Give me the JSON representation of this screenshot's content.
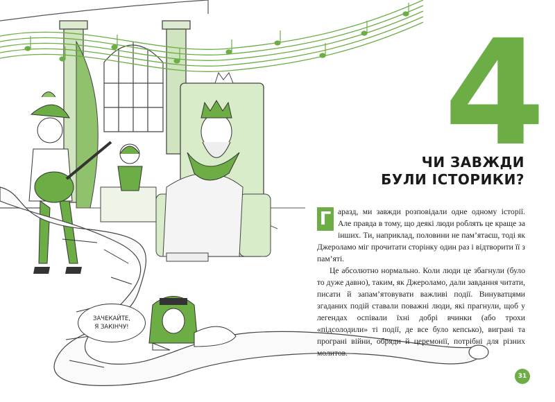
{
  "colors": {
    "accent": "#6cae45",
    "ink": "#2b2b2b",
    "pale_green": "#d9ecc9"
  },
  "chapter": {
    "number": "4",
    "title_line1": "ЧИ ЗАВЖДИ",
    "title_line2": "БУЛИ ІСТОРИКИ?"
  },
  "body": {
    "drop_cap": "Г",
    "paragraph1": "аразд, ми завжди розповідали одне одному історії. Але правда в тому, що деякі люди роблять це краще за інших. Ти, наприклад, половини не пам’ятаєш, тоді як Джероламо міг прочитати сторінку один раз і відтворити її з пам’яті.",
    "paragraph2": "Це абсолютно нормально. Коли люди це збагнули (було то дуже давно), таким, як Джероламо, дали завдання читати, писати й запам’ятовувати важливі події. Винуватцями згаданих подій ставали поважні люди, які прагнули, щоб у легендах оспівали їхні добрі вчинки (або трохи «підсолодили» ті події, де все було кепсько), виграні та програні війни, обряди й церемонії, потрібні для різних молитов."
  },
  "speech_bubble": {
    "line1": "ЗАЧЕКАЙТЕ,",
    "line2": "Я ЗАКІНЧУ!"
  },
  "page_number": "31",
  "illustration_icons": [
    "king-icon",
    "musician-icon",
    "sphinx-icon",
    "scroll-icon",
    "music-staff-icon",
    "window-icon",
    "column-icon",
    "scribe-icon"
  ]
}
